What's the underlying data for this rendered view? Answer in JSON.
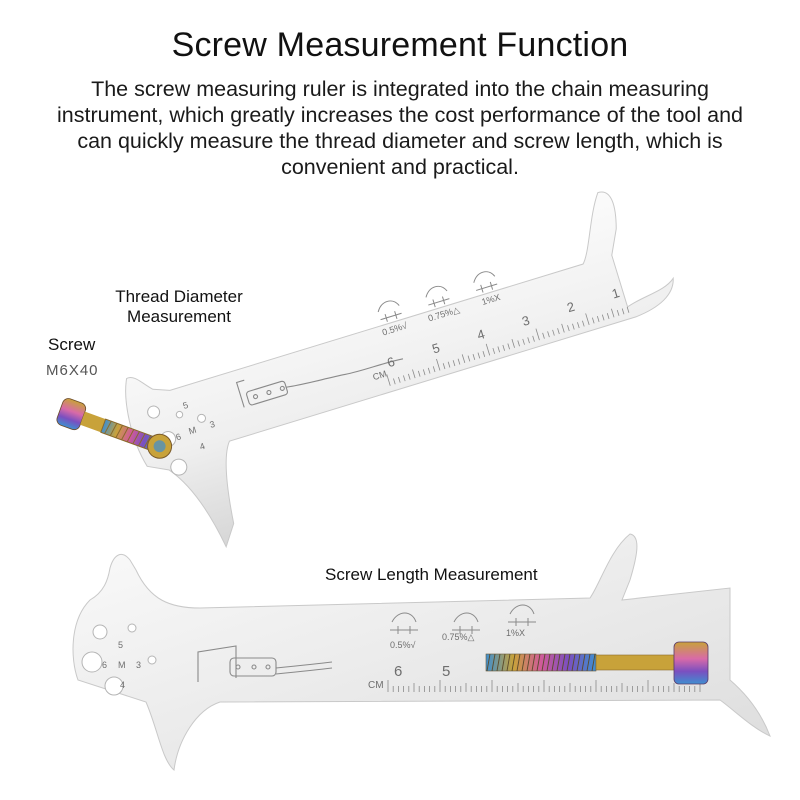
{
  "header": {
    "title": "Screw Measurement Function",
    "description": "The screw measuring ruler is integrated into the chain measuring instrument, which greatly increases the cost performance of the tool and can quickly measure the thread diameter and screw length, which is convenient and practical."
  },
  "callouts": {
    "thread_diameter": "Thread Diameter Measurement",
    "screw": "Screw",
    "screw_size": "M6X40",
    "screw_length": "Screw Length Measurement"
  },
  "tool_top": {
    "ruler_unit": "CM",
    "ruler_numbers": [
      "6",
      "5",
      "4",
      "3",
      "2",
      "1"
    ],
    "wear_labels": [
      "0.5%√",
      "0.75%△",
      "1%X"
    ],
    "hole_labels": [
      "5",
      "6",
      "M",
      "3",
      "4"
    ]
  },
  "tool_bottom": {
    "ruler_unit": "CM",
    "ruler_numbers": [
      "6",
      "5"
    ],
    "wear_labels": [
      "0.5%√",
      "0.75%△",
      "1%X"
    ],
    "hole_labels": [
      "5",
      "6",
      "M",
      "3",
      "4"
    ]
  },
  "colors": {
    "steel_light": "#f2f2f2",
    "steel_dark": "#bdbdbd",
    "engraving": "#8a8a8a",
    "screw_gold": "#c8a23a",
    "screw_purple": "#7a4fc0",
    "screw_blue": "#3f8fd0"
  }
}
